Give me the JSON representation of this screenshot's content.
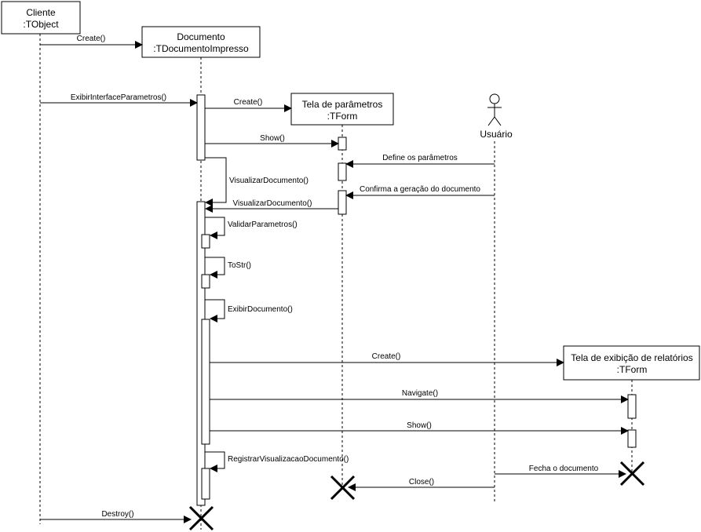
{
  "lifelines": {
    "cliente": {
      "name": "Cliente",
      "type": ":TObject"
    },
    "documento": {
      "name": "Documento",
      "type": ":TDocumentoImpresso"
    },
    "tela_parametros": {
      "name": "Tela de parâmetros",
      "type": ":TForm"
    },
    "usuario": {
      "name": "Usuário"
    },
    "tela_relatorios": {
      "name": "Tela de exibição de relatórios",
      "type": ":TForm"
    }
  },
  "messages": [
    {
      "id": "create-documento",
      "label": "Create()"
    },
    {
      "id": "exibir-interface-parametros",
      "label": "ExibirInterfaceParametros()"
    },
    {
      "id": "create-tela-parametros",
      "label": "Create()"
    },
    {
      "id": "show-tela-parametros",
      "label": "Show()"
    },
    {
      "id": "define-parametros",
      "label": "Define os parâmetros"
    },
    {
      "id": "visualizar-documento-self",
      "label": "VisualizarDocumento()"
    },
    {
      "id": "confirma-geracao",
      "label": "Confirma a geração do documento"
    },
    {
      "id": "visualizar-documento",
      "label": "VisualizarDocumento()"
    },
    {
      "id": "validar-parametros",
      "label": "ValidarParametros()"
    },
    {
      "id": "to-str",
      "label": "ToStr()"
    },
    {
      "id": "exibir-documento",
      "label": "ExibirDocumento()"
    },
    {
      "id": "create-tela-relatorios",
      "label": "Create()"
    },
    {
      "id": "navigate",
      "label": "Navigate()"
    },
    {
      "id": "show-tela-relatorios",
      "label": "Show()"
    },
    {
      "id": "registrar-visualizacao",
      "label": "RegistrarVisualizacaoDocumento()"
    },
    {
      "id": "fecha-documento",
      "label": "Fecha o documento"
    },
    {
      "id": "close",
      "label": "Close()"
    },
    {
      "id": "destroy",
      "label": "Destroy()"
    }
  ]
}
